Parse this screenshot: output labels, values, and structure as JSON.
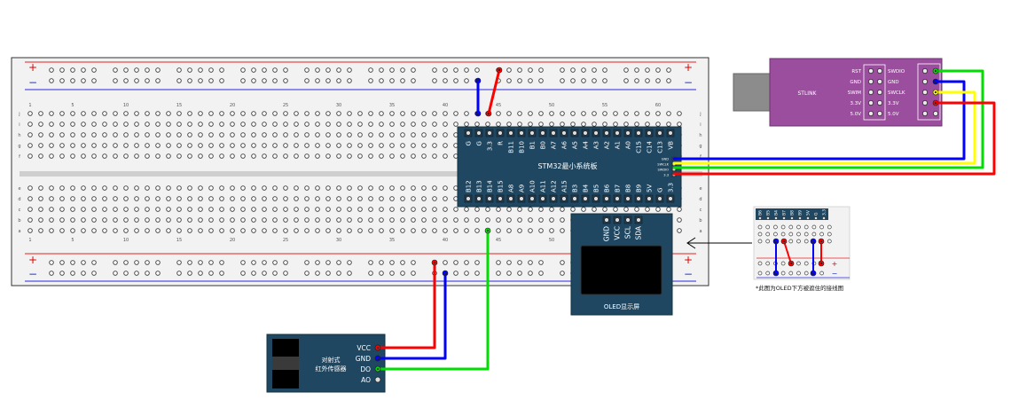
{
  "breadboard": {
    "rail_plus": "+",
    "rail_minus": "−",
    "column_numbers": [
      "1",
      "5",
      "10",
      "15",
      "20",
      "25",
      "30",
      "35",
      "40",
      "45",
      "50",
      "55",
      "60"
    ],
    "row_letters_top": [
      "j",
      "i",
      "h",
      "g",
      "f"
    ],
    "row_letters_bottom": [
      "e",
      "d",
      "c",
      "b",
      "a"
    ]
  },
  "stm32": {
    "title": "STM32最小系统板",
    "top_pins": [
      "G",
      "G",
      "3.3",
      "R",
      "B11",
      "B10",
      "B1",
      "B0",
      "A7",
      "A6",
      "A5",
      "A4",
      "A3",
      "A2",
      "A1",
      "A0",
      "C15",
      "C14",
      "C13",
      "VB"
    ],
    "bottom_pins": [
      "B12",
      "B13",
      "B14",
      "B15",
      "A8",
      "A9",
      "A10",
      "A11",
      "A12",
      "A15",
      "B3",
      "B4",
      "B5",
      "B6",
      "B7",
      "B8",
      "B9",
      "5V",
      "G",
      "3.3"
    ],
    "swd_pins": [
      "GND",
      "SWCLK",
      "SWDIO",
      "3.3"
    ]
  },
  "stlink": {
    "name": "STLINK",
    "pin_labels_left": [
      "RST",
      "GND",
      "SWIM",
      "3.3V",
      "5.0V"
    ],
    "pin_labels_right": [
      "SWDIO",
      "GND",
      "SWCLK",
      "3.3V",
      "5.0V"
    ]
  },
  "oled": {
    "pins": [
      "GND",
      "VCC",
      "SCL",
      "SDA"
    ],
    "title": "OLED显示屏"
  },
  "ir_sensor": {
    "name_line1": "对射式",
    "name_line2": "红外传感器",
    "pins": [
      "VCC",
      "GND",
      "DO",
      "AO"
    ]
  },
  "detail": {
    "pins": [
      "B6",
      "B5",
      "B4",
      "B7",
      "B8",
      "B9",
      "5V",
      "G",
      "3.3"
    ],
    "plus": "+",
    "minus": "−",
    "caption": "*此图为OLED下方被遮住的接线图"
  },
  "colors": {
    "red": "#ff0000",
    "blue": "#0000ff",
    "green": "#00dd00",
    "yellow": "#ffff00",
    "pcb": "#1f4761",
    "stlink": "#9b4d9e",
    "board_bg": "#f2f2f2"
  }
}
